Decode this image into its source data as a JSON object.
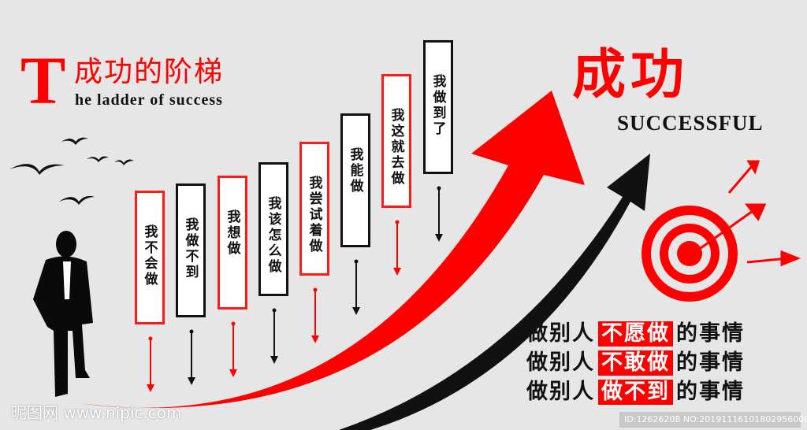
{
  "title": {
    "big_letter": "T",
    "chinese": "成功的阶梯",
    "english": "he ladder of success"
  },
  "success": {
    "chinese": "成功",
    "english": "SUCCESSFUL"
  },
  "steps": [
    {
      "label": "我不会做",
      "color": "red"
    },
    {
      "label": "我做不到",
      "color": "black"
    },
    {
      "label": "我想做",
      "color": "red"
    },
    {
      "label": "我该怎么做",
      "color": "black"
    },
    {
      "label": "我尝试着做",
      "color": "red"
    },
    {
      "label": "我能做",
      "color": "black"
    },
    {
      "label": "我这就去做",
      "color": "red"
    },
    {
      "label": "我做到了",
      "color": "black"
    }
  ],
  "slogans": [
    {
      "prefix": "做别人",
      "highlight": "不愿做",
      "suffix": "的事情"
    },
    {
      "prefix": "做别人",
      "highlight": "不敢做",
      "suffix": "的事情"
    },
    {
      "prefix": "做别人",
      "highlight": "做不到",
      "suffix": "的事情"
    }
  ],
  "watermark": "昵图网 www.nipic.com",
  "image_id": "ID:12626208 NO:20191116101802956000",
  "colors": {
    "accent": "#ff0000",
    "dark": "#111111",
    "background": "#e6e6e6"
  }
}
